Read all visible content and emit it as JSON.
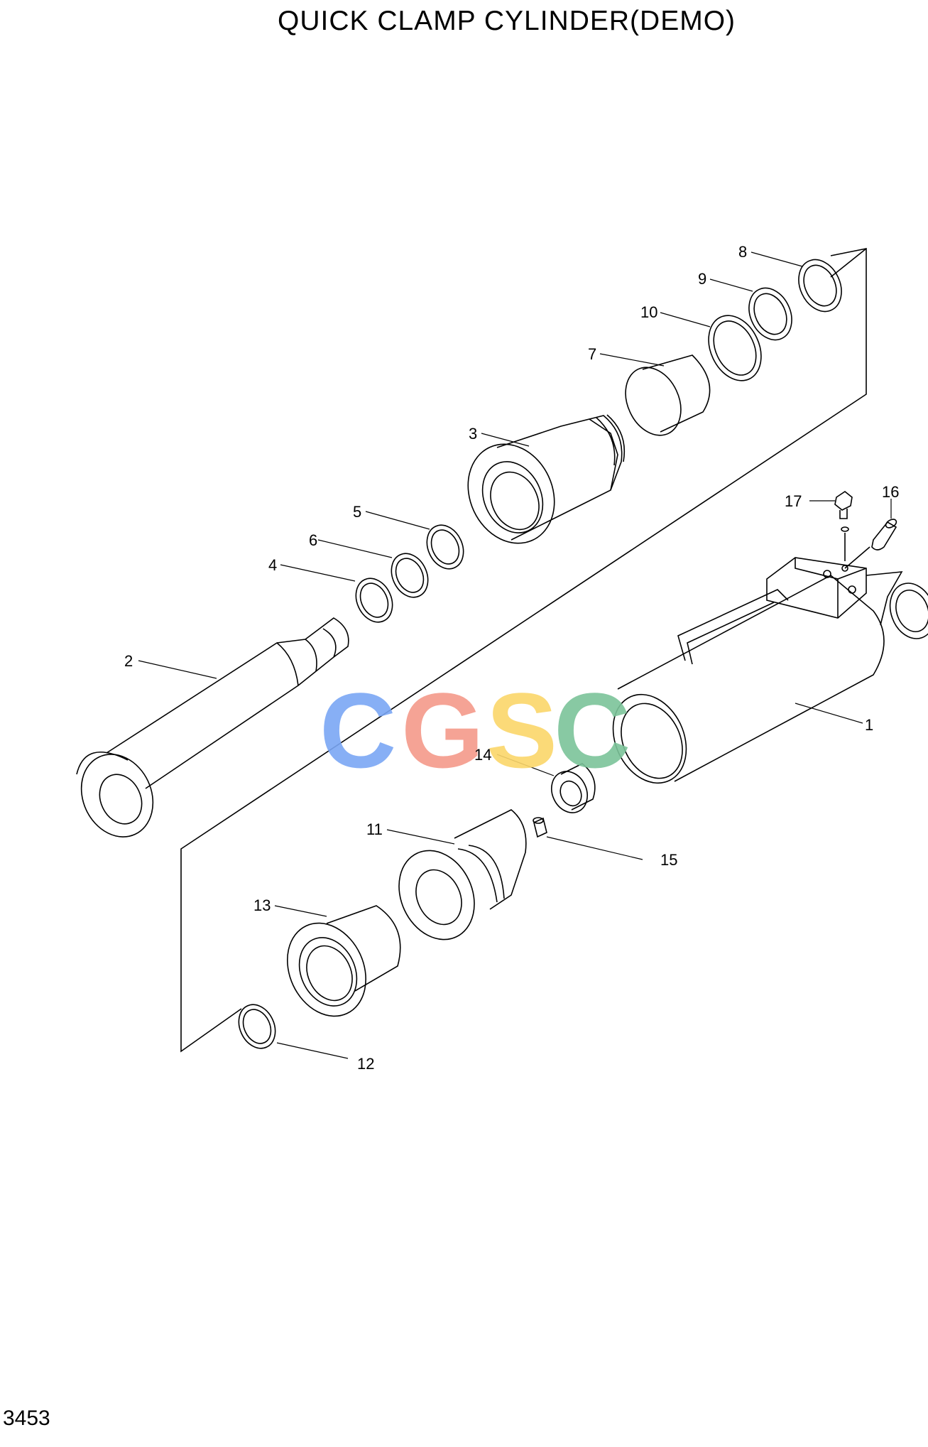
{
  "title": "QUICK CLAMP CYLINDER(DEMO)",
  "page_number": "3453",
  "watermark": {
    "letters": [
      "C",
      "G",
      "S",
      "C"
    ],
    "colors": [
      "#7ba7f5",
      "#f59a8a",
      "#fbd66a",
      "#7cc49a"
    ]
  },
  "callouts": [
    {
      "id": "1",
      "label": "1"
    },
    {
      "id": "2",
      "label": "2"
    },
    {
      "id": "3",
      "label": "3"
    },
    {
      "id": "4",
      "label": "4"
    },
    {
      "id": "5",
      "label": "5"
    },
    {
      "id": "6",
      "label": "6"
    },
    {
      "id": "7",
      "label": "7"
    },
    {
      "id": "8",
      "label": "8"
    },
    {
      "id": "9",
      "label": "9"
    },
    {
      "id": "10",
      "label": "10"
    },
    {
      "id": "11",
      "label": "11"
    },
    {
      "id": "12",
      "label": "12"
    },
    {
      "id": "13",
      "label": "13"
    },
    {
      "id": "14",
      "label": "14"
    },
    {
      "id": "15",
      "label": "15"
    },
    {
      "id": "16",
      "label": "16"
    },
    {
      "id": "17",
      "label": "17"
    }
  ]
}
